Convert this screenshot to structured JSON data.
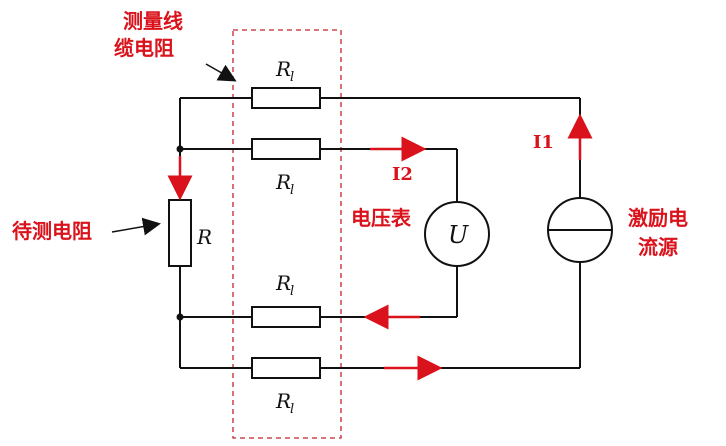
{
  "labels": {
    "cable_resistance": [
      "测量线",
      "缆电阻"
    ],
    "resistor_under_test": "待测电阻",
    "voltmeter": "电压表",
    "current_source": [
      "激励电",
      "流源"
    ],
    "current_I1": "I1",
    "current_I2": "I2",
    "r_main": "R",
    "r_lead_main": "R",
    "r_lead_sub": "l",
    "voltmeter_symbol": "U"
  },
  "colors": {
    "accent_red": "#d9121b",
    "wire": "#111111",
    "dashed_box": "#c0262c"
  },
  "icons": {
    "voltmeter": "circle-with-U",
    "current_source": "circle-with-bar"
  }
}
